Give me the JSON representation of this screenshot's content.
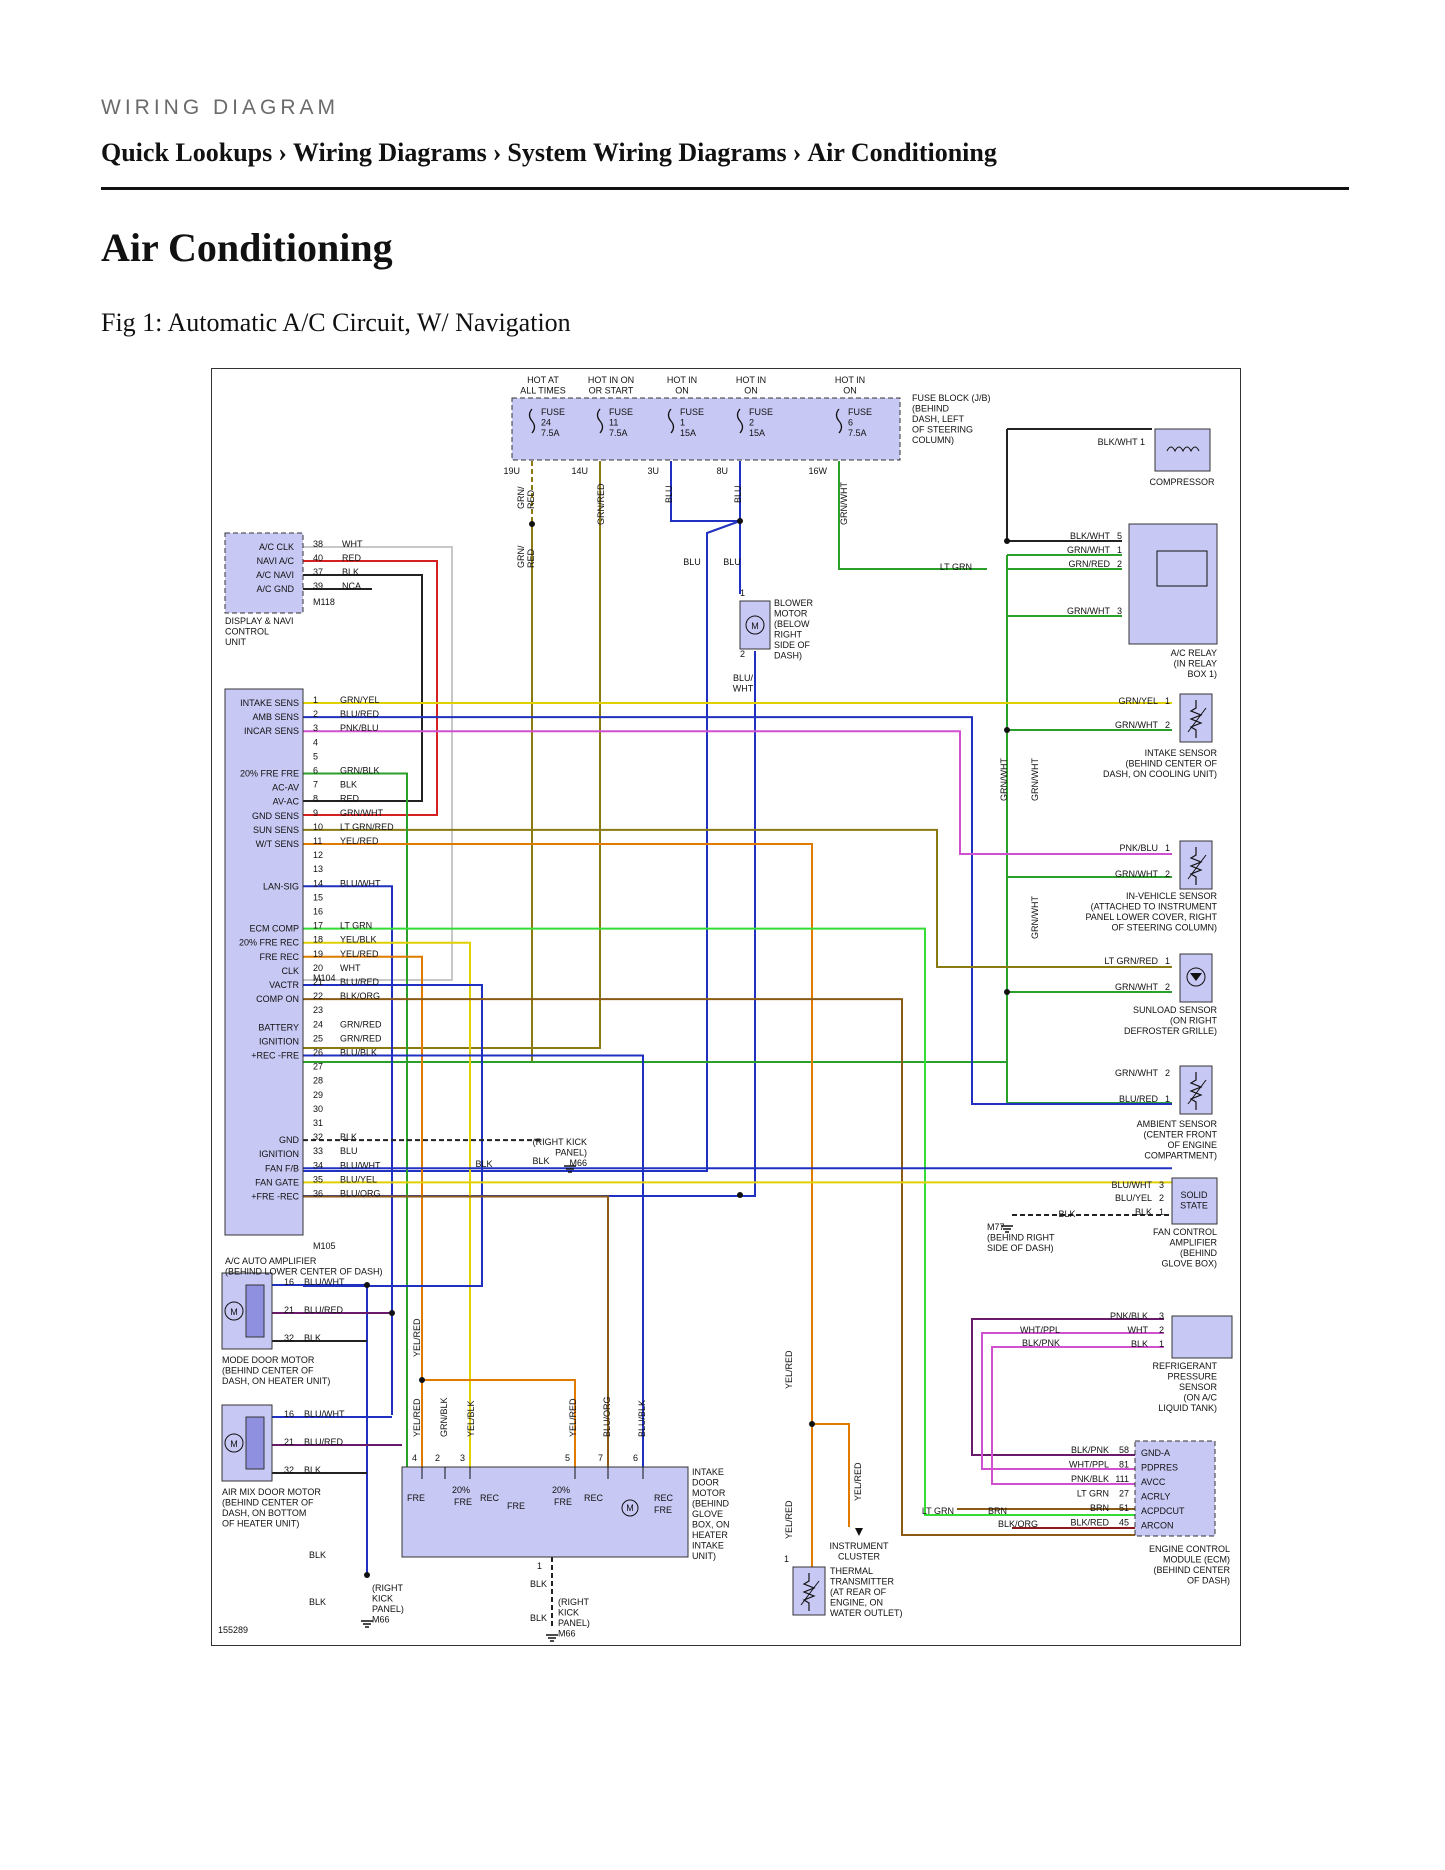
{
  "header": {
    "kicker": "WIRING DIAGRAM",
    "breadcrumb": [
      "Quick Lookups",
      "Wiring Diagrams",
      "System Wiring Diagrams",
      "Air Conditioning"
    ],
    "separator": "›"
  },
  "page_title": "Air Conditioning",
  "figure": {
    "caption": "Fig 1: Automatic A/C Circuit, W/ Navigation",
    "image_number": "155289"
  },
  "fuse_block": {
    "label": [
      "FUSE BLOCK (J/B)",
      "(BEHIND",
      "DASH, LEFT",
      "OF STEERING",
      "COLUMN)"
    ],
    "fuses": [
      {
        "hot": [
          "HOT AT",
          "ALL TIMES"
        ],
        "name": "FUSE",
        "num": "24",
        "amp": "7.5A",
        "terminal": "19U"
      },
      {
        "hot": [
          "HOT IN ON",
          "OR START"
        ],
        "name": "FUSE",
        "num": "11",
        "amp": "7.5A",
        "terminal": "14U"
      },
      {
        "hot": [
          "HOT IN",
          "ON"
        ],
        "name": "FUSE",
        "num": "1",
        "amp": "15A",
        "terminal": "3U"
      },
      {
        "hot": [
          "HOT IN",
          "ON"
        ],
        "name": "FUSE",
        "num": "2",
        "amp": "15A",
        "terminal": "8U"
      },
      {
        "hot": [
          "HOT IN",
          "ON"
        ],
        "name": "FUSE",
        "num": "6",
        "amp": "7.5A",
        "terminal": "16W"
      }
    ]
  },
  "display_unit": {
    "label": [
      "DISPLAY & NAVI",
      "CONTROL",
      "UNIT"
    ],
    "connector": "M118",
    "pins": [
      {
        "name": "A/C CLK",
        "pin": "38",
        "wire": "WHT"
      },
      {
        "name": "NAVI A/C",
        "pin": "40",
        "wire": "RED"
      },
      {
        "name": "A/C NAVI",
        "pin": "37",
        "wire": "BLK"
      },
      {
        "name": "A/C GND",
        "pin": "39",
        "wire": "NCA"
      }
    ]
  },
  "amplifier": {
    "label": [
      "A/C AUTO AMPLIFIER",
      "(BEHIND LOWER CENTER OF DASH)"
    ],
    "connectors": [
      "M104",
      "M105"
    ],
    "pins": [
      {
        "pin": "1",
        "name": "INTAKE SENS",
        "wire": "GRN/YEL"
      },
      {
        "pin": "2",
        "name": "AMB SENS",
        "wire": "BLU/RED"
      },
      {
        "pin": "3",
        "name": "INCAR SENS",
        "wire": "PNK/BLU"
      },
      {
        "pin": "4",
        "name": "",
        "wire": ""
      },
      {
        "pin": "5",
        "name": "",
        "wire": ""
      },
      {
        "pin": "6",
        "name": "20% FRE FRE",
        "wire": "GRN/BLK"
      },
      {
        "pin": "7",
        "name": "AC-AV",
        "wire": "BLK"
      },
      {
        "pin": "8",
        "name": "AV-AC",
        "wire": "RED"
      },
      {
        "pin": "9",
        "name": "GND SENS",
        "wire": "GRN/WHT"
      },
      {
        "pin": "10",
        "name": "SUN SENS",
        "wire": "LT GRN/RED"
      },
      {
        "pin": "11",
        "name": "W/T SENS",
        "wire": "YEL/RED"
      },
      {
        "pin": "12",
        "name": "",
        "wire": ""
      },
      {
        "pin": "13",
        "name": "",
        "wire": ""
      },
      {
        "pin": "14",
        "name": "LAN-SIG",
        "wire": "BLU/WHT"
      },
      {
        "pin": "15",
        "name": "",
        "wire": ""
      },
      {
        "pin": "16",
        "name": "",
        "wire": ""
      },
      {
        "pin": "17",
        "name": "ECM COMP",
        "wire": "LT GRN"
      },
      {
        "pin": "18",
        "name": "20% FRE REC",
        "wire": "YEL/BLK"
      },
      {
        "pin": "19",
        "name": "FRE REC",
        "wire": "YEL/RED"
      },
      {
        "pin": "20",
        "name": "CLK",
        "wire": "WHT"
      },
      {
        "pin": "21",
        "name": "VACTR",
        "wire": "BLU/RED"
      },
      {
        "pin": "22",
        "name": "COMP ON",
        "wire": "BLK/ORG"
      },
      {
        "pin": "23",
        "name": "",
        "wire": ""
      },
      {
        "pin": "24",
        "name": "BATTERY",
        "wire": "GRN/RED"
      },
      {
        "pin": "25",
        "name": "IGNITION",
        "wire": "GRN/RED"
      },
      {
        "pin": "26",
        "name": "+REC -FRE",
        "wire": "BLU/BLK"
      },
      {
        "pin": "27",
        "name": "",
        "wire": ""
      },
      {
        "pin": "28",
        "name": "",
        "wire": ""
      },
      {
        "pin": "29",
        "name": "",
        "wire": ""
      },
      {
        "pin": "30",
        "name": "",
        "wire": ""
      },
      {
        "pin": "31",
        "name": "",
        "wire": ""
      },
      {
        "pin": "32",
        "name": "GND",
        "wire": "BLK"
      },
      {
        "pin": "33",
        "name": "IGNITION",
        "wire": "BLU"
      },
      {
        "pin": "34",
        "name": "FAN F/B",
        "wire": "BLU/WHT"
      },
      {
        "pin": "35",
        "name": "FAN GATE",
        "wire": "BLU/YEL"
      },
      {
        "pin": "36",
        "name": "+FRE -REC",
        "wire": "BLU/ORG"
      }
    ]
  },
  "compressor": {
    "label": "COMPRESSOR",
    "wire": "BLK/WHT",
    "pin": "1"
  },
  "ac_relay": {
    "label": [
      "A/C RELAY",
      "(IN RELAY",
      "BOX 1)"
    ],
    "pins": [
      {
        "pin": "5",
        "wire": "BLK/WHT"
      },
      {
        "pin": "1",
        "wire": "GRN/WHT"
      },
      {
        "pin": "2",
        "wire": "GRN/RED"
      },
      {
        "pin": "3",
        "wire": "GRN/WHT"
      }
    ]
  },
  "blower_motor": {
    "label": [
      "BLOWER",
      "MOTOR",
      "(BELOW",
      "RIGHT",
      "SIDE OF",
      "DASH)"
    ],
    "pin_top": "1",
    "pin_bottom": "2",
    "wire_bottom": [
      "BLU/",
      "WHT"
    ]
  },
  "intake_sensor": {
    "label": [
      "INTAKE SENSOR",
      "(BEHIND CENTER OF",
      "DASH, ON COOLING UNIT)"
    ],
    "pins": [
      {
        "pin": "1",
        "wire": "GRN/YEL"
      },
      {
        "pin": "2",
        "wire": "GRN/WHT"
      }
    ]
  },
  "invehicle_sensor": {
    "label": [
      "IN-VEHICLE SENSOR",
      "(ATTACHED TO INSTRUMENT",
      "PANEL LOWER COVER, RIGHT",
      "OF STEERING COLUMN)"
    ],
    "pins": [
      {
        "pin": "1",
        "wire": "PNK/BLU"
      },
      {
        "pin": "2",
        "wire": "GRN/WHT"
      }
    ]
  },
  "sunload_sensor": {
    "label": [
      "SUNLOAD SENSOR",
      "(ON RIGHT",
      "DEFROSTER GRILLE)"
    ],
    "pins": [
      {
        "pin": "1",
        "wire": "LT GRN/RED"
      },
      {
        "pin": "2",
        "wire": "GRN/WHT"
      }
    ]
  },
  "ambient_sensor": {
    "label": [
      "AMBIENT SENSOR",
      "(CENTER FRONT",
      "OF ENGINE",
      "COMPARTMENT)"
    ],
    "pins": [
      {
        "pin": "2",
        "wire": "GRN/WHT"
      },
      {
        "pin": "1",
        "wire": "BLU/RED"
      }
    ]
  },
  "fan_amp": {
    "label": [
      "FAN CONTROL",
      "AMPLIFIER",
      "(BEHIND",
      "GLOVE BOX)"
    ],
    "inner": [
      "SOLID",
      "STATE"
    ],
    "pins": [
      {
        "pin": "3",
        "wire": "BLU/WHT"
      },
      {
        "pin": "2",
        "wire": "BLU/YEL"
      },
      {
        "pin": "1",
        "wire": "BLK"
      }
    ]
  },
  "ground_m77": {
    "wire": "BLK",
    "label": [
      "M77",
      "(BEHIND RIGHT",
      "SIDE OF DASH)"
    ]
  },
  "ground_m66_top": {
    "wire": "BLK",
    "label": [
      "(RIGHT KICK",
      "PANEL)",
      "M66"
    ]
  },
  "refrigerant_sensor": {
    "label": [
      "REFRIGERANT",
      "PRESSURE",
      "SENSOR",
      "(ON A/C",
      "LIQUID TANK)"
    ],
    "pins": [
      {
        "pin": "3",
        "wire": "PNK/BLK"
      },
      {
        "pin": "2",
        "wire": "WHT"
      },
      {
        "pin": "1",
        "wire": "BLK"
      }
    ],
    "outer_wires": [
      "WHT/PPL",
      "BLK/PNK"
    ]
  },
  "mode_door_motor": {
    "label": [
      "MODE DOOR MOTOR",
      "(BEHIND CENTER OF",
      "DASH, ON HEATER UNIT)"
    ],
    "pins": [
      {
        "pin": "16",
        "wire": "BLU/WHT"
      },
      {
        "pin": "21",
        "wire": "BLU/RED"
      },
      {
        "pin": "32",
        "wire": "BLK"
      }
    ]
  },
  "air_mix_motor": {
    "label": [
      "AIR MIX DOOR MOTOR",
      "(BEHIND CENTER OF",
      "DASH, ON BOTTOM",
      "OF HEATER UNIT)"
    ],
    "pins": [
      {
        "pin": "16",
        "wire": "BLU/WHT"
      },
      {
        "pin": "21",
        "wire": "BLU/RED"
      },
      {
        "pin": "32",
        "wire": "BLK"
      }
    ]
  },
  "intake_door_motor": {
    "label": [
      "INTAKE",
      "DOOR",
      "MOTOR",
      "(BEHIND",
      "GLOVE",
      "BOX, ON",
      "HEATER",
      "INTAKE",
      "UNIT)"
    ],
    "pins": [
      {
        "pin": "4",
        "wire": "YEL/RED"
      },
      {
        "pin": "2",
        "wire": "GRN/BLK"
      },
      {
        "pin": "3",
        "wire": "YEL/BLK"
      },
      {
        "pin": "5",
        "wire": "YEL/RED"
      },
      {
        "pin": "7",
        "wire": "BLU/ORG"
      },
      {
        "pin": "6",
        "wire": "BLU/BLK"
      }
    ],
    "pin_bottom": "1",
    "inner": [
      "FRE",
      "20%",
      "FRE",
      "REC",
      "FRE",
      "20%",
      "FRE",
      "REC",
      "REC",
      "FRE"
    ]
  },
  "ground_m66_left": {
    "wire": "BLK",
    "label": [
      "(RIGHT",
      "KICK",
      "PANEL)",
      "M66"
    ]
  },
  "ground_m66_mid": {
    "wire": "BLK",
    "label": [
      "(RIGHT",
      "KICK",
      "PANEL)",
      "M66"
    ]
  },
  "instrument_cluster": {
    "label": [
      "INSTRUMENT",
      "CLUSTER"
    ],
    "wire": "YEL/RED"
  },
  "thermal_transmitter": {
    "label": [
      "THERMAL",
      "TRANSMITTER",
      "(AT REAR OF",
      "ENGINE, ON",
      "WATER OUTLET)"
    ],
    "pin": "1",
    "wire": "YEL/RED"
  },
  "ecm": {
    "label": [
      "ENGINE CONTROL",
      "MODULE (ECM)",
      "(BEHIND CENTER",
      "OF DASH)"
    ],
    "pins": [
      {
        "pin": "58",
        "name": "GND-A",
        "wire": "BLK/PNK"
      },
      {
        "pin": "81",
        "name": "PDPRES",
        "wire": "WHT/PPL"
      },
      {
        "pin": "111",
        "name": "AVCC",
        "wire": "PNK/BLK"
      },
      {
        "pin": "27",
        "name": "ACRLY",
        "wire": "LT GRN"
      },
      {
        "pin": "51",
        "name": "ACPDCUT",
        "wire": "BRN"
      },
      {
        "pin": "45",
        "name": "ARCON",
        "wire": "BLK/RED"
      }
    ],
    "extra_wires": [
      "LT GRN",
      "BRN",
      "BLK/ORG"
    ]
  },
  "wire_tags": {
    "gr_red": [
      "GRN/",
      "RED"
    ],
    "grn_red": "GRN/RED",
    "blu": "BLU",
    "grn_wht": "GRN/WHT",
    "lt_grn": "LT GRN",
    "yel_red": "YEL/RED",
    "yel_blk": "YEL/BLK",
    "grn_blk": "GRN/BLK",
    "blu_org": "BLU/ORG",
    "blu_blk": "BLU/BLK",
    "blk": "BLK"
  },
  "colors": {
    "accent_block": "#c8c8f4",
    "wire_red": "#d42020",
    "wire_grn": "#2aa02a",
    "wire_ltgrn": "#33dd33",
    "wire_blu": "#2030c0",
    "wire_yel": "#e0d000",
    "wire_org": "#e07b00",
    "wire_pnk": "#d050d0",
    "wire_brn": "#8b5a14",
    "wire_olive": "#8a7a10"
  }
}
